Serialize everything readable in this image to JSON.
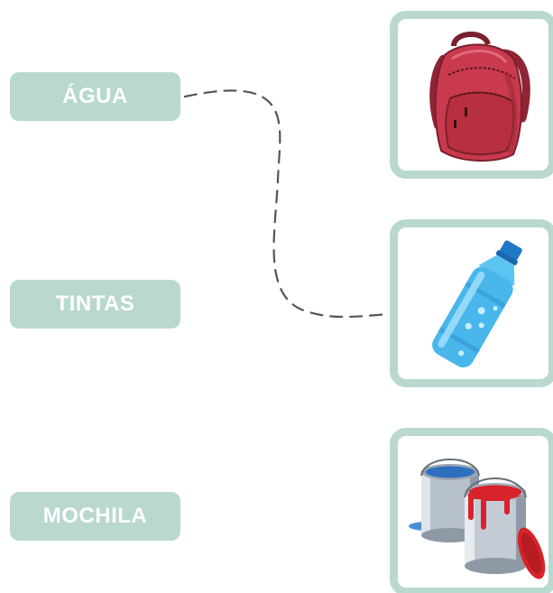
{
  "words": [
    {
      "label": "ÁGUA"
    },
    {
      "label": "TINTAS"
    },
    {
      "label": "MOCHILA"
    }
  ],
  "pictures": [
    {
      "icon": "backpack-icon"
    },
    {
      "icon": "water-bottle-icon"
    },
    {
      "icon": "paint-cans-icon"
    }
  ],
  "colors": {
    "accent": "#b8d8d0",
    "connector": "#555555"
  }
}
